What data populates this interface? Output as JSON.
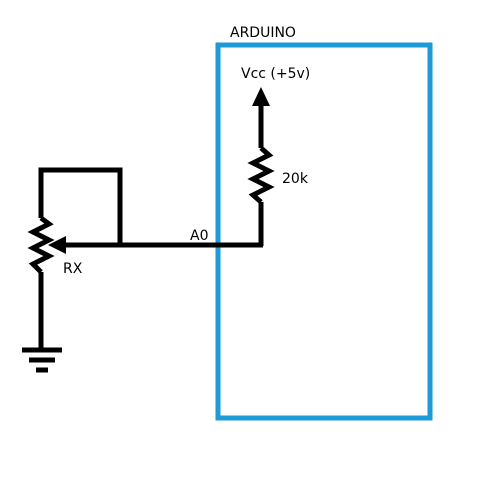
{
  "labels": {
    "board": "ARDUINO",
    "supply": "Vcc (+5v)",
    "pullup": "20k",
    "pin": "A0",
    "sensor": "RX"
  },
  "colors": {
    "board_outline": "#1e9ad6",
    "wire": "#000000",
    "background": "#ffffff"
  },
  "symbols": {
    "supply": "up-arrow",
    "pullup": "resistor",
    "sensor": "potentiometer",
    "reference": "ground"
  }
}
